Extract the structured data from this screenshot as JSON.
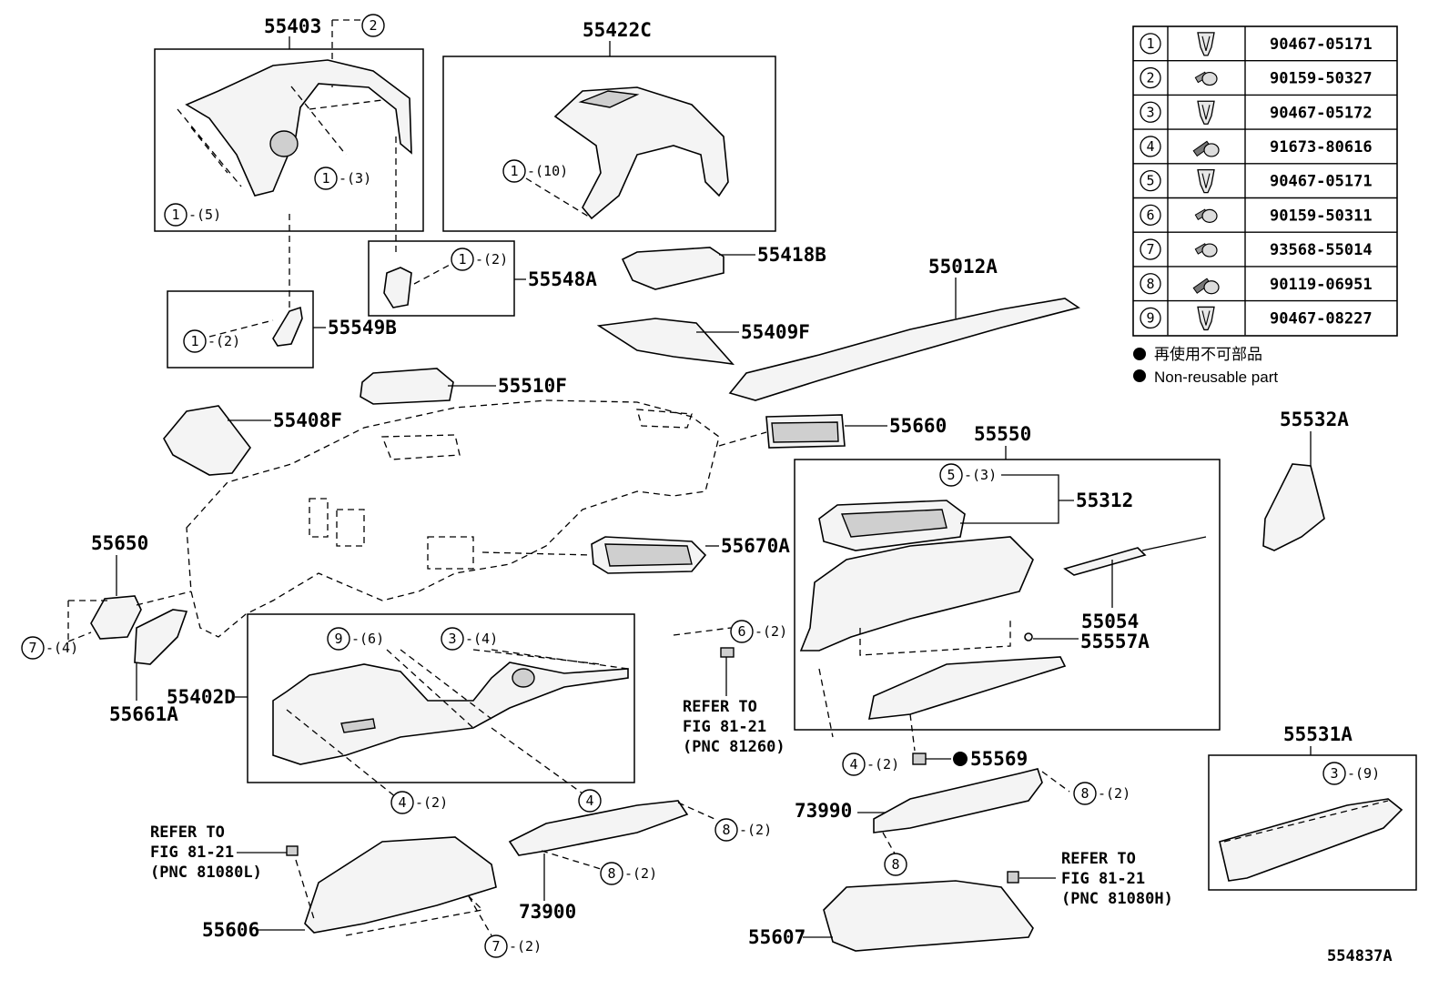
{
  "parts": {
    "p55403": "55403",
    "p55422C": "55422C",
    "p55548A": "55548A",
    "p55549B": "55549B",
    "p55418B": "55418B",
    "p55409F": "55409F",
    "p55012A": "55012A",
    "p55510F": "55510F",
    "p55408F": "55408F",
    "p55660": "55660",
    "p55550": "55550",
    "p55312": "55312",
    "p55532A": "55532A",
    "p55650": "55650",
    "p55670A": "55670A",
    "p55054": "55054",
    "p55557A": "55557A",
    "p55402D": "55402D",
    "p55661A": "55661A",
    "p55569": "55569",
    "p55531A": "55531A",
    "p73990": "73990",
    "p73900": "73900",
    "p55606": "55606",
    "p55607": "55607"
  },
  "callouts": {
    "c_55403_top": {
      "num": "2",
      "qty": ""
    },
    "c_55403_a": {
      "num": "1",
      "qty": "-(3)"
    },
    "c_55403_b": {
      "num": "1",
      "qty": "-(5)"
    },
    "c_55422C": {
      "num": "1",
      "qty": "-(10)"
    },
    "c_55548A": {
      "num": "1",
      "qty": "-(2)"
    },
    "c_55549B": {
      "num": "1",
      "qty": "-(2)"
    },
    "c_55312": {
      "num": "5",
      "qty": "-(3)"
    },
    "c_refer1": {
      "num": "6",
      "qty": "-(2)"
    },
    "c_55650": {
      "num": "7",
      "qty": "-(4)"
    },
    "c_55402D_9": {
      "num": "9",
      "qty": "-(6)"
    },
    "c_55402D_3": {
      "num": "3",
      "qty": "-(4)"
    },
    "c_55402D_4a": {
      "num": "4",
      "qty": "-(2)"
    },
    "c_55402D_4b": {
      "num": "4",
      "qty": ""
    },
    "c_55569_4": {
      "num": "4",
      "qty": "-(2)"
    },
    "c_73990_8a": {
      "num": "8",
      "qty": "-(2)"
    },
    "c_73990_8b": {
      "num": "8",
      "qty": ""
    },
    "c_73900_8a": {
      "num": "8",
      "qty": "-(2)"
    },
    "c_73900_8b": {
      "num": "8",
      "qty": "-(2)"
    },
    "c_55606_7": {
      "num": "7",
      "qty": "-(2)"
    },
    "c_55531A": {
      "num": "3",
      "qty": "-(9)"
    }
  },
  "refers": {
    "r1": {
      "l1": "REFER TO",
      "l2": "FIG 81-21",
      "l3": "(PNC 81260)"
    },
    "r2": {
      "l1": "REFER TO",
      "l2": "FIG 81-21",
      "l3": "(PNC 81080L)"
    },
    "r3": {
      "l1": "REFER TO",
      "l2": "FIG 81-21",
      "l3": "(PNC 81080H)"
    }
  },
  "fastener_table": [
    {
      "num": "1",
      "icon": "clip-icon",
      "part": "90467-05171"
    },
    {
      "num": "2",
      "icon": "bolt-washer-icon",
      "part": "90159-50327"
    },
    {
      "num": "3",
      "icon": "clip-icon",
      "part": "90467-05172"
    },
    {
      "num": "4",
      "icon": "screw-icon",
      "part": "91673-80616"
    },
    {
      "num": "5",
      "icon": "clip-icon",
      "part": "90467-05171"
    },
    {
      "num": "6",
      "icon": "bolt-washer-icon",
      "part": "90159-50311"
    },
    {
      "num": "7",
      "icon": "bolt-washer-icon",
      "part": "93568-55014"
    },
    {
      "num": "8",
      "icon": "screw-icon",
      "part": "90119-06951"
    },
    {
      "num": "9",
      "icon": "clip-icon",
      "part": "90467-08227"
    }
  ],
  "legend": {
    "jp": "再使用不可部品",
    "en": "Non-reusable part"
  },
  "figure_id": "554837A"
}
